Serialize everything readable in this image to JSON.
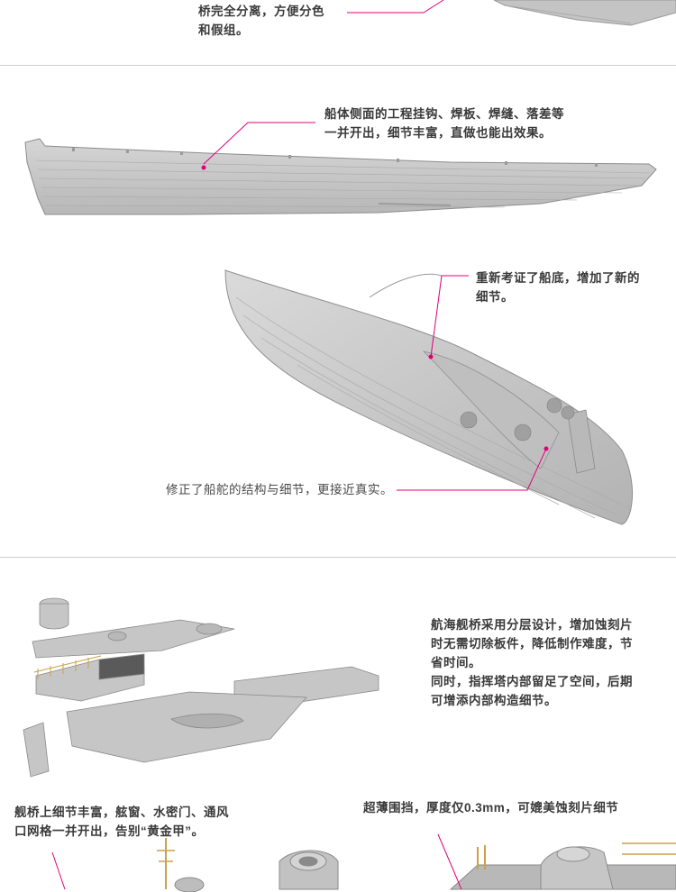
{
  "colors": {
    "accent": "#e0007a",
    "hull": "#c9c9c9",
    "text": "#3a3a3a",
    "gold": "#c9a24a"
  },
  "top": {
    "caption": "桥完全分离，方便分色\n和假组。"
  },
  "hull_section": {
    "side_caption": "船体侧面的工程挂钩、焊板、焊缝、落差等\n一并开出，细节丰富，直做也能出效果。",
    "bottom_caption": "重新考证了船底，增加了新的\n细节。",
    "rudder_caption": "修正了船舵的结构与细节，更接近真实。"
  },
  "bridge_section": {
    "bridge_caption": "航海舰桥采用分层设计，增加蚀刻片\n时无需切除板件，降低制作难度，节\n省时间。\n同时，指挥塔内部留足了空间，后期\n可增添内部构造细节。",
    "detail_caption": "舰桥上细节丰富，舷窗、水密门、通风\n口网格一并开出，告别“黄金甲”。",
    "rail_caption": "超薄围挡，厚度仅0.3mm，可媲美蚀刻片细节"
  }
}
